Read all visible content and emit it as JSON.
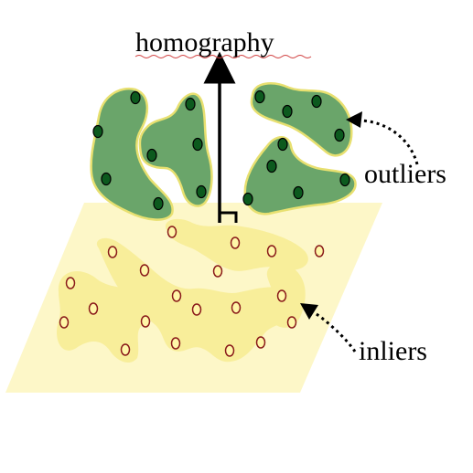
{
  "labels": {
    "homography": "homography",
    "outliers": "outliers",
    "inliers": "inliers"
  },
  "colors": {
    "plane": "#fdf7c8",
    "inlier_blob": "#f8ee9a",
    "inlier_point_fill": "#fff7a8",
    "inlier_point_stroke": "#8a1a1a",
    "outlier_blob": "#6aa56a",
    "outlier_blob_edge": "#e8e070",
    "outlier_point_fill": "#0c5a1e",
    "outlier_point_stroke": "#000000",
    "underline": "#d04040"
  }
}
